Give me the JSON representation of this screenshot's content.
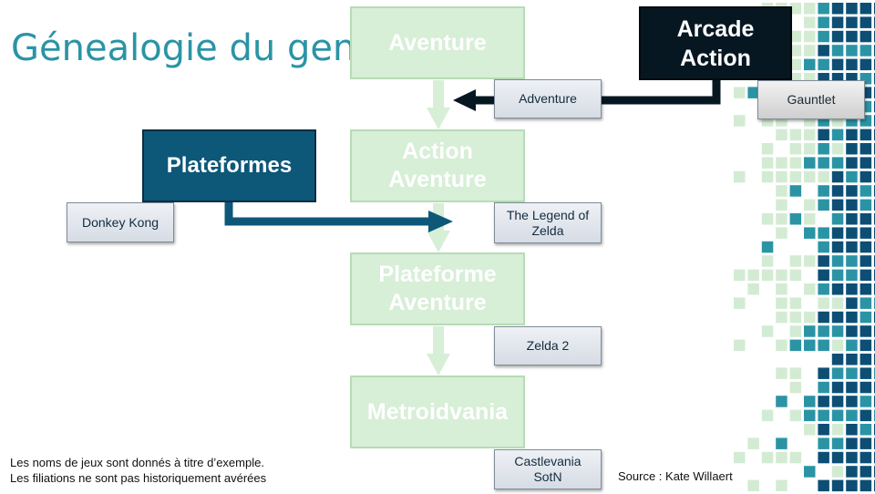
{
  "title": "Génealogie du genre",
  "genres": {
    "aventure": "Aventure",
    "action_aventure": "Action\nAventure",
    "plateforme_aventure": "Plateforme\nAventure",
    "metroidvania": "Metroidvania"
  },
  "categories": {
    "plateformes": "Plateformes",
    "arcade_action": "Arcade\nAction"
  },
  "games": {
    "adventure": "Adventure",
    "gauntlet": "Gauntlet",
    "donkey_kong": "Donkey Kong",
    "zelda": "The Legend of\nZelda",
    "zelda2": "Zelda 2",
    "castlevania": "Castlevania\nSotN"
  },
  "notes": {
    "line1": "Les noms de jeux sont donnés à titre d’exemple.",
    "line2": "Les filiations ne sont pas historiquement avérées"
  },
  "source": "Source : Kate Willaert",
  "colors": {
    "title": "#2a94a5",
    "genre_fill": "#d7eed7",
    "plateformes": "#0d5779",
    "arcade": "#071722",
    "mosaic_dark": "#0d4e74",
    "mosaic_teal": "#2a94a5",
    "mosaic_light": "#d3ebd3"
  }
}
